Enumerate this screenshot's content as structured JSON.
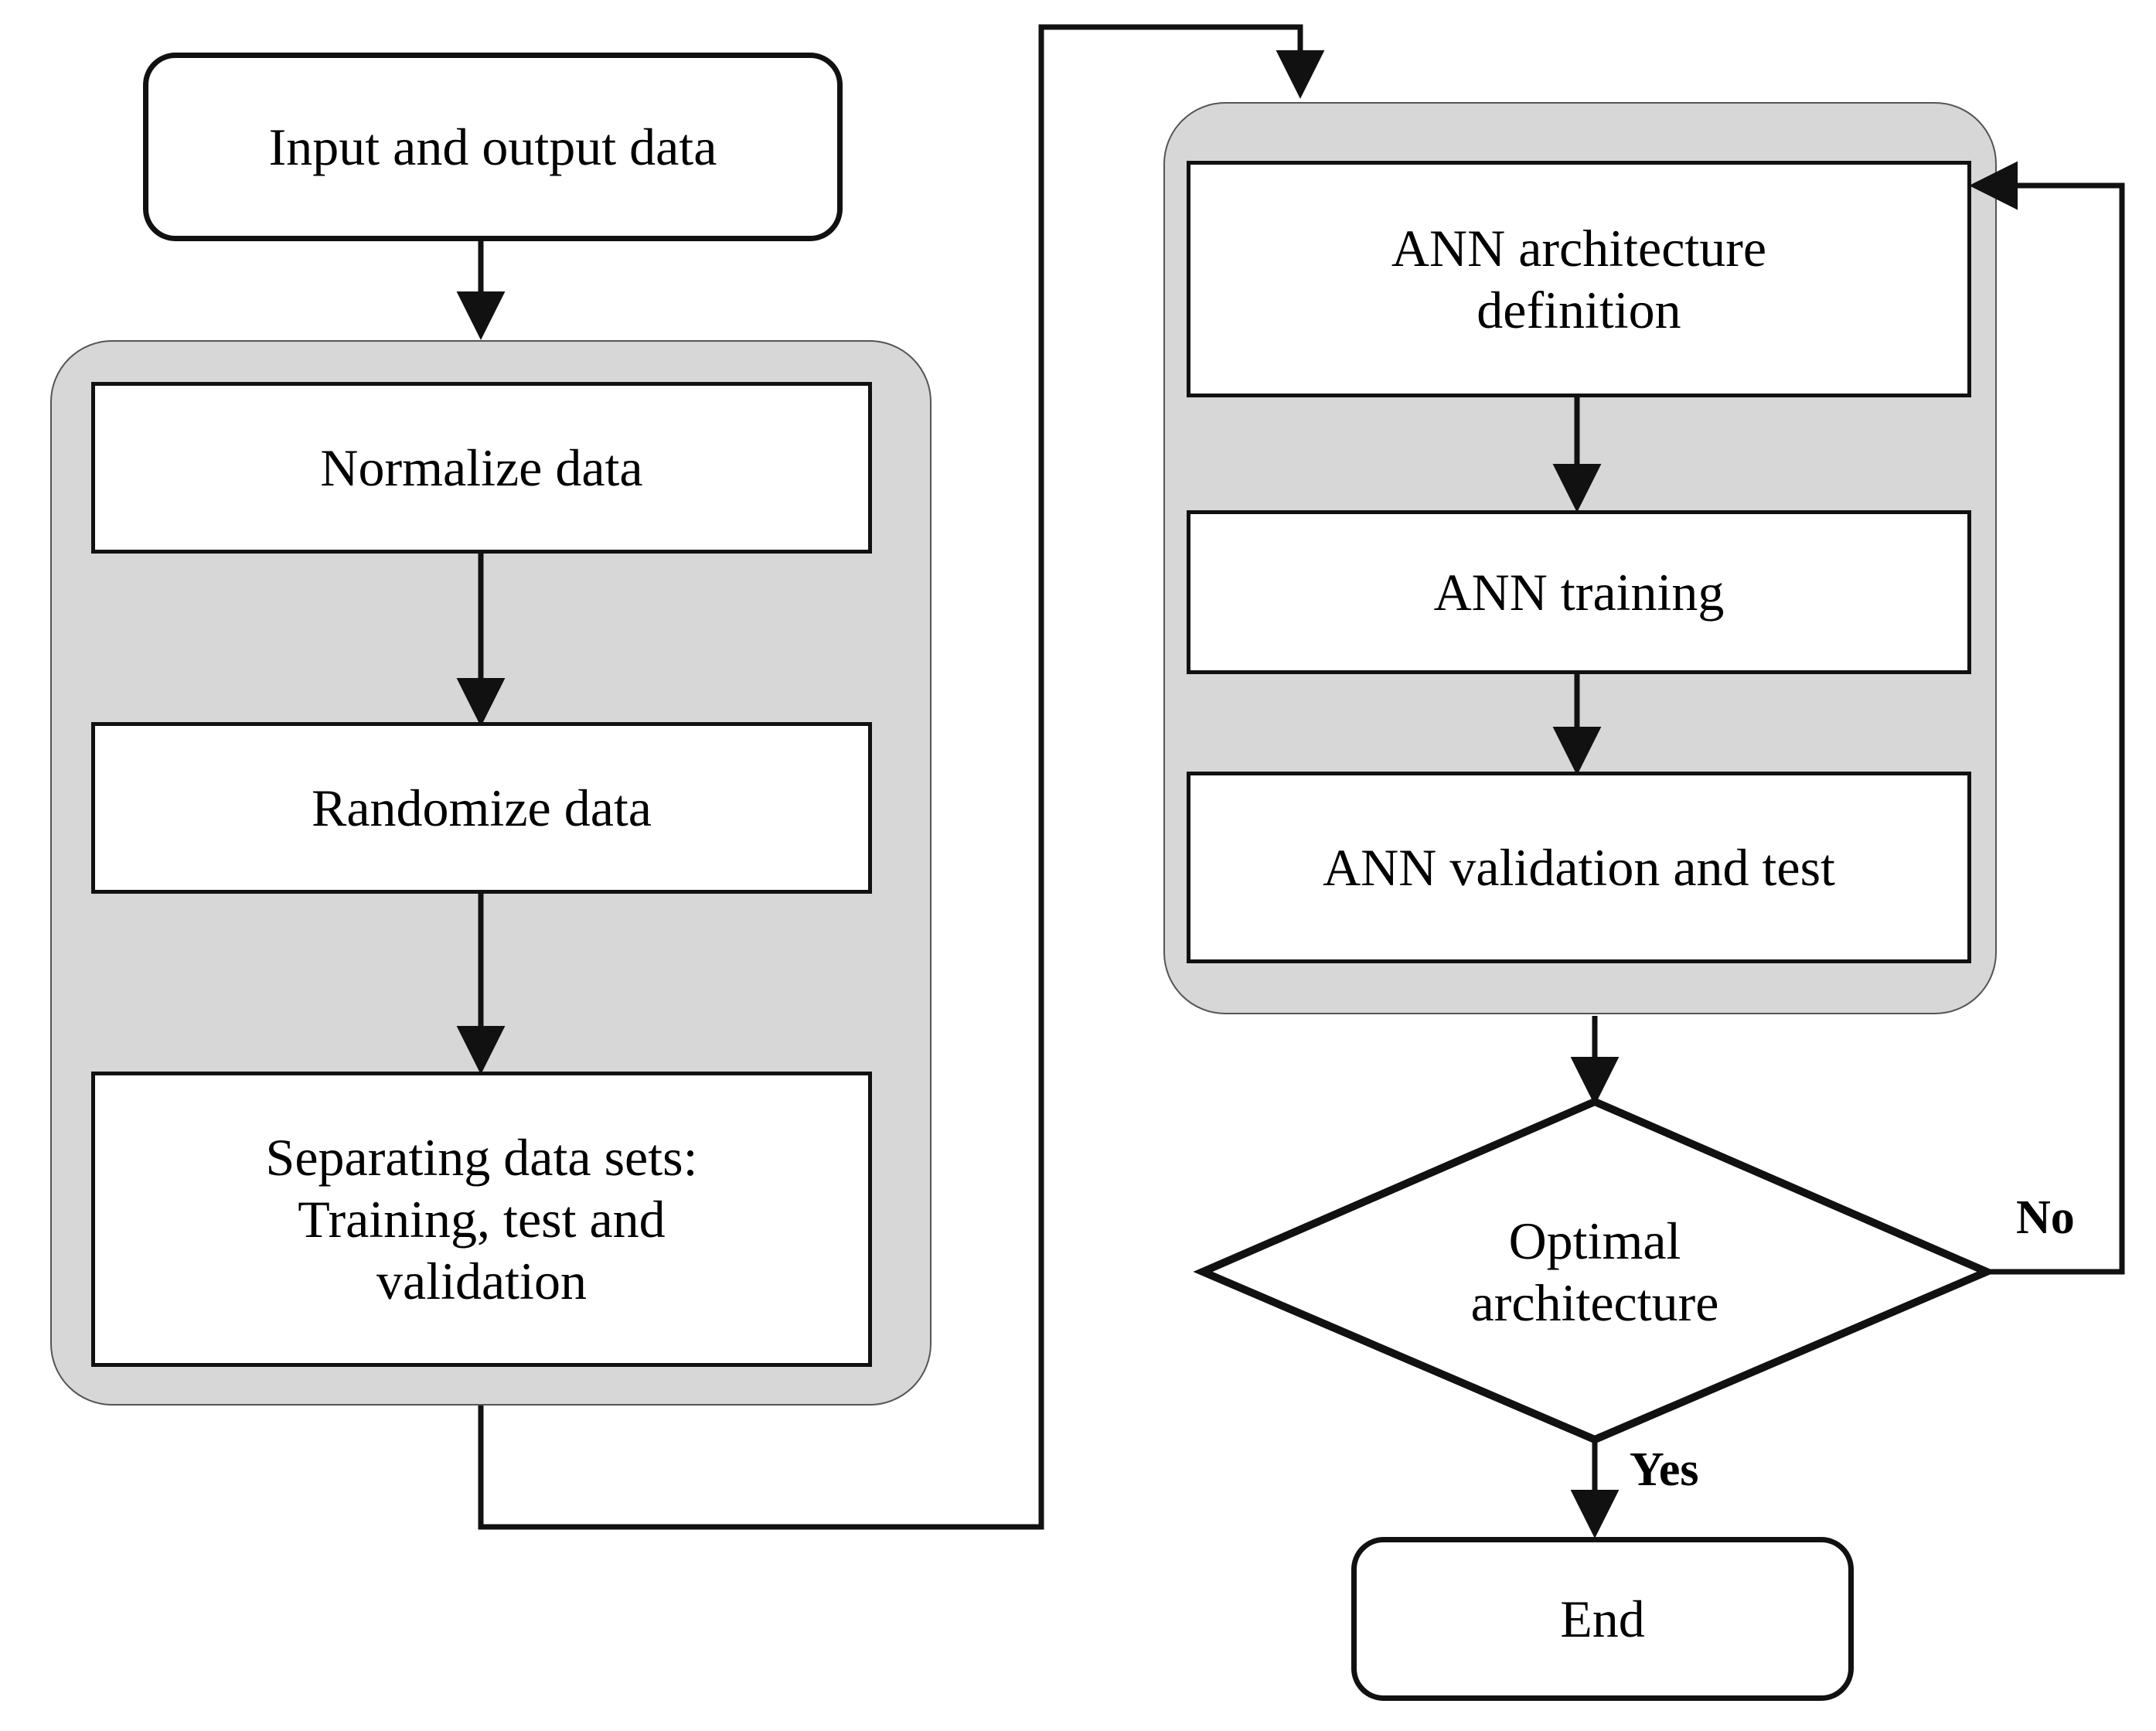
{
  "diagram": {
    "title": "ANN modeling workflow flowchart",
    "colors": {
      "group_fill": "#d7d7d7",
      "node_fill": "#ffffff",
      "stroke": "#111111",
      "text": "#000000"
    },
    "nodes": {
      "start": {
        "label": "Input and output data",
        "shape": "terminator"
      },
      "normalize": {
        "label": "Normalize data",
        "shape": "process"
      },
      "randomize": {
        "label": "Randomize data",
        "shape": "process"
      },
      "separating": {
        "label": "Separating data sets:\nTraining, test and\nvalidation",
        "shape": "process"
      },
      "ann_architecture": {
        "label": "ANN architecture\ndefinition",
        "shape": "process"
      },
      "ann_training": {
        "label": "ANN training",
        "shape": "process"
      },
      "ann_validation": {
        "label": "ANN validation and test",
        "shape": "process"
      },
      "decision": {
        "label_line1": "Optimal",
        "label_line2": "architecture",
        "shape": "decision"
      },
      "end": {
        "label": "End",
        "shape": "terminator"
      }
    },
    "edge_labels": {
      "no": "No",
      "yes": "Yes"
    },
    "groups": {
      "data_preparation": {
        "label": ""
      },
      "ann_modeling": {
        "label": ""
      }
    }
  }
}
